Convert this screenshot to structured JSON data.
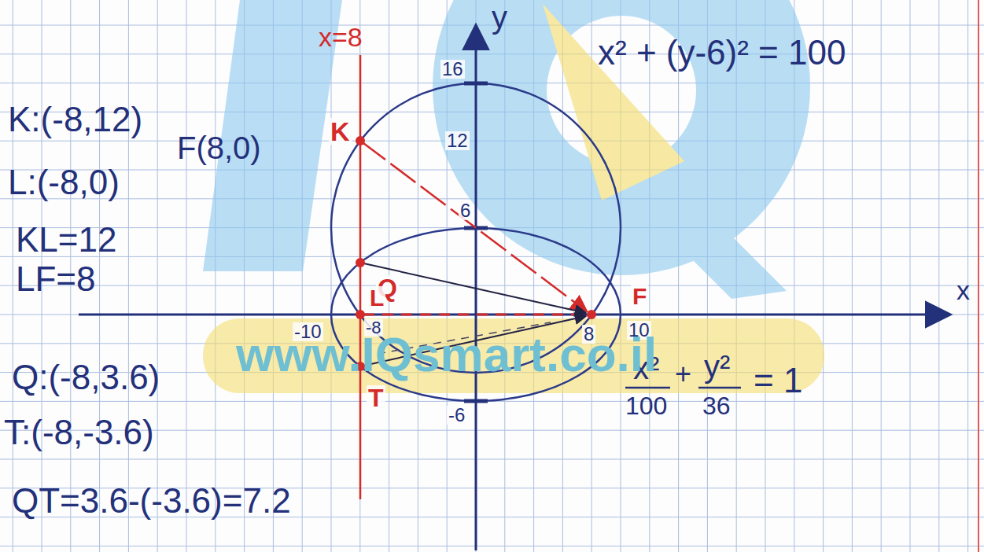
{
  "diagram": {
    "labels": [
      "y",
      "x",
      "x=8",
      "x² + (y-6)² = 100",
      "K:(-8,12)",
      "F(8,0)",
      "L:(-8,0)",
      "KL=12",
      "LF=8",
      "16",
      "12",
      "6",
      "-6",
      "-10",
      "-8",
      "8",
      "10",
      "K",
      "Q",
      "L",
      "F",
      "T",
      "Q:(-8,3.6)",
      "T:(-8,-3.6)",
      "QT=3.6-(-3.6)=7.2",
      "x²",
      "+",
      "y²",
      "100",
      "36",
      "= 1",
      "www.IQsmart.co.il"
    ]
  }
}
